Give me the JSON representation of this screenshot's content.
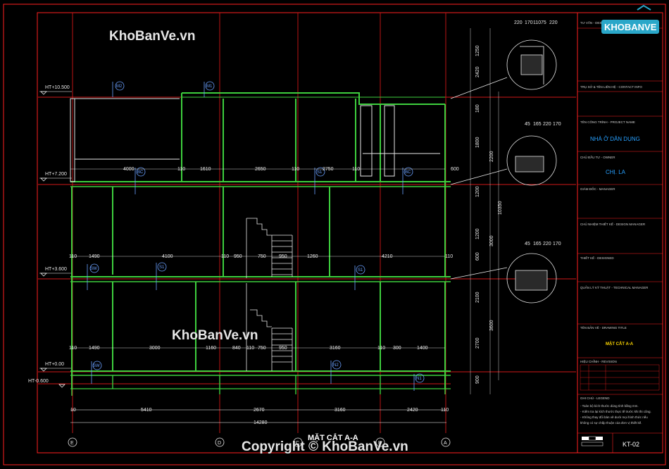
{
  "watermarks": {
    "top": "KhoBanVe.vn",
    "middle": "KhoBanVe.vn",
    "copyright": "Copyright © KhoBanVe.vn",
    "logo": "KHOBANVE"
  },
  "drawing": {
    "section_title": "MẶT CẮT A-A",
    "sheet_number": "KT-02",
    "colors": {
      "background": "#000000",
      "frame": "#ff2020",
      "grid": "#e01818",
      "structure": "#3ecf3e",
      "dimension": "#ffffff",
      "axis_marker": "#6aa0ff",
      "title_text": "#27a0ff"
    },
    "levels": [
      "HT+10.500",
      "HT+7.200",
      "HT+3.600",
      "HT+0.00",
      "HT-0.600"
    ],
    "axes": [
      "E",
      "D",
      "C",
      "B",
      "A"
    ],
    "room_markers": [
      "M2",
      "M1",
      "BC",
      "S1",
      "BC",
      "SW",
      "S1",
      "S1",
      "SW",
      "N2",
      "N1"
    ],
    "bottom_dims": [
      "10",
      "5410",
      "2670",
      "3160",
      "2420",
      "110"
    ],
    "total_dim": "14280",
    "floor3_dims": [
      "4000",
      "110",
      "1610",
      "2650",
      "110",
      "2750",
      "110",
      "600"
    ],
    "floor2_dims": [
      "110",
      "1490",
      "4100",
      "110",
      "950",
      "750",
      "950",
      "1260",
      "4210",
      "110"
    ],
    "floor1_dims": [
      "110",
      "1490",
      "3000",
      "1160",
      "840",
      "110",
      "750",
      "950",
      "3160",
      "110",
      "300",
      "1400"
    ],
    "right_dims": [
      "1250",
      "2420",
      "180",
      "1800",
      "2200",
      "1200",
      "1200",
      "600",
      "3000",
      "2100",
      "3600",
      "2700",
      "900",
      "10350"
    ],
    "detail_dims": {
      "top": [
        "220",
        "170",
        "110",
        "75",
        "220"
      ],
      "mid": [
        "45",
        "165",
        "220",
        "170"
      ],
      "bottom": [
        "45",
        "165",
        "220",
        "170"
      ]
    },
    "title_block": {
      "rows": [
        "TƯ VẤN - DESIGN CONSULTANT",
        "TRỤ SỞ & TÊN LIÊN HỆ - CONTACT INFO",
        "TÊN CÔNG TRÌNH - PROJECT NAME",
        "NHÀ Ở DÂN DỤNG",
        "CHỦ ĐẦU TƯ - OWNER",
        "CHỊ. LA",
        "GIÁM ĐỐC - MANAGER",
        "CHỦ NHIỆM THIẾT KẾ - DESIGN MANAGER",
        "THIẾT KẾ - DESIGNED",
        "QUẢN LÝ KỸ THUẬT - TECHNICAL MANAGER",
        "TÊN BẢN VẼ - DRAWING TITLE",
        "MẶT CẮT A-A",
        "HIỆU CHỈNH - REVISION",
        "GHI CHÚ - LEGEND"
      ],
      "project_name": "NHÀ Ở DÂN DỤNG",
      "owner": "CHỊ. LA",
      "drawing_title": "MẶT CẮT A-A",
      "notes": [
        "- Toàn bộ kích thước dùng tính bằng mm.",
        "- Kiểm tra lại kích thước thực tế trước khi thi công.",
        "- Không thay đổi bản vẽ dưới mọi hình thức nếu",
        "  không có sự chấp thuận của đơn vị thiết kế."
      ]
    }
  }
}
